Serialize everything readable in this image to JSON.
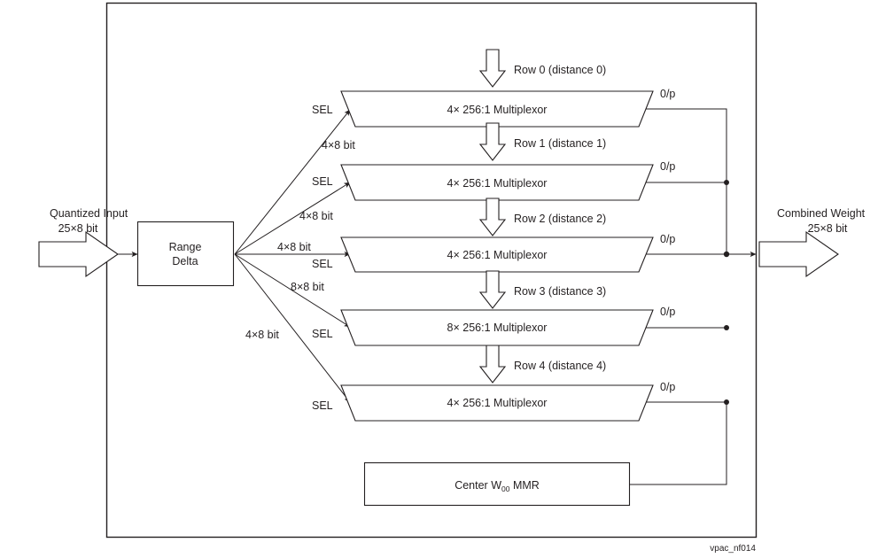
{
  "figure": {
    "caption": "vpac_nf014",
    "input": {
      "label_line1": "Quantized Input",
      "label_line2": "25×8 bit",
      "icon": "block-arrow-right-icon"
    },
    "output": {
      "label_line1": "Combined Weight",
      "label_line2": "25×8 bit",
      "icon": "block-arrow-right-icon"
    },
    "range_delta": {
      "label_line1": "Range",
      "label_line2": "Delta"
    },
    "sel_label": "SEL",
    "out_label": "0/p",
    "center_mmr": {
      "prefix": "Center W",
      "subscript": "00",
      "suffix": " MMR"
    },
    "rows": [
      {
        "row_label": "Row 0 (distance 0)",
        "mux_label": "4× 256:1 Multiplexor",
        "sel_label": "SEL",
        "out_label": "0/p",
        "bus_label": "4×8 bit",
        "arrow_icon": "block-arrow-down-icon"
      },
      {
        "row_label": "Row 1 (distance 1)",
        "mux_label": "4× 256:1 Multiplexor",
        "sel_label": "SEL",
        "out_label": "0/p",
        "bus_label": "4×8 bit",
        "arrow_icon": "block-arrow-down-icon"
      },
      {
        "row_label": "Row 2 (distance 2)",
        "mux_label": "4× 256:1 Multiplexor",
        "sel_label": "SEL",
        "out_label": "0/p",
        "bus_label": "4×8 bit",
        "arrow_icon": "block-arrow-down-icon"
      },
      {
        "row_label": "Row 3 (distance 3)",
        "mux_label": "8× 256:1 Multiplexor",
        "sel_label": "SEL",
        "out_label": "0/p",
        "bus_label": "8×8 bit",
        "arrow_icon": "block-arrow-down-icon"
      },
      {
        "row_label": "Row 4 (distance 4)",
        "mux_label": "4× 256:1 Multiplexor",
        "sel_label": "SEL",
        "out_label": "0/p",
        "bus_label": "4×8 bit",
        "arrow_icon": "block-arrow-down-icon"
      }
    ],
    "colors": {
      "line": "#231f20",
      "background": "#ffffff"
    }
  }
}
